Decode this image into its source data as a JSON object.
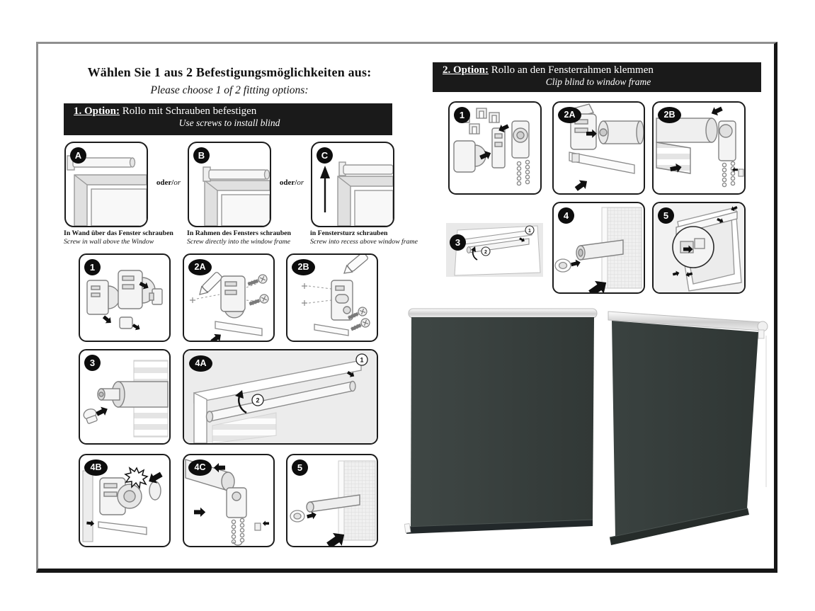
{
  "header": {
    "title_de": "Wählen Sie 1 aus 2 Befestigungsmöglichkeiten aus:",
    "title_en": "Please choose 1 of 2 fitting options:"
  },
  "option1": {
    "label": "1. Option:",
    "title_de": "Rollo mit Schrauben befestigen",
    "title_en": "Use screws to install blind",
    "or_de": "oder/",
    "or_en": "or",
    "fits": [
      {
        "letter": "A",
        "caption_de": "In Wand über das Fenster schrauben",
        "caption_en": "Screw in wall above the Window"
      },
      {
        "letter": "B",
        "caption_de": "In Rahmen des Fensters schrauben",
        "caption_en": "Screw directly into the window frame"
      },
      {
        "letter": "C",
        "caption_de": "in Fenstersturz schrauben",
        "caption_en": "Screw into recess above window frame"
      }
    ],
    "steps": {
      "s1": "1",
      "s2a": "2A",
      "s2b": "2B",
      "s3": "3",
      "s4a": "4A",
      "s4b": "4B",
      "s4c": "4C",
      "s5": "5"
    },
    "markers": {
      "m1": "1",
      "m2": "2"
    }
  },
  "option2": {
    "label": "2. Option:",
    "title_de": "Rollo an den Fensterrahmen klemmen",
    "title_en": "Clip blind to window frame",
    "steps": {
      "s1": "1",
      "s2a": "2A",
      "s2b": "2B",
      "s3": "3",
      "s4": "4",
      "s5": "5"
    },
    "markers": {
      "m1": "1",
      "m2": "2"
    }
  },
  "colors": {
    "banner_bg": "#1a1a1a",
    "banner_text": "#ffffff",
    "page_border": "#161616",
    "blind_fabric": "#3a4240",
    "rail_silver": "#d6d6d6"
  }
}
